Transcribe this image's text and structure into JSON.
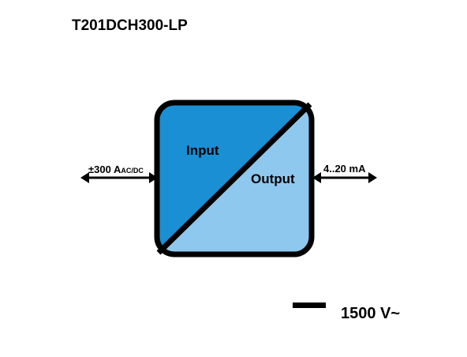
{
  "title": "T201DCH300-LP",
  "input": {
    "range_main": "±300 A",
    "range_sub": "AC/DC",
    "box_label": "Input",
    "color": "#1a8fd3"
  },
  "output": {
    "range": "4..20 mA",
    "box_label": "Output",
    "color": "#8ec8ee"
  },
  "isolation": {
    "label": "1500 V~"
  }
}
